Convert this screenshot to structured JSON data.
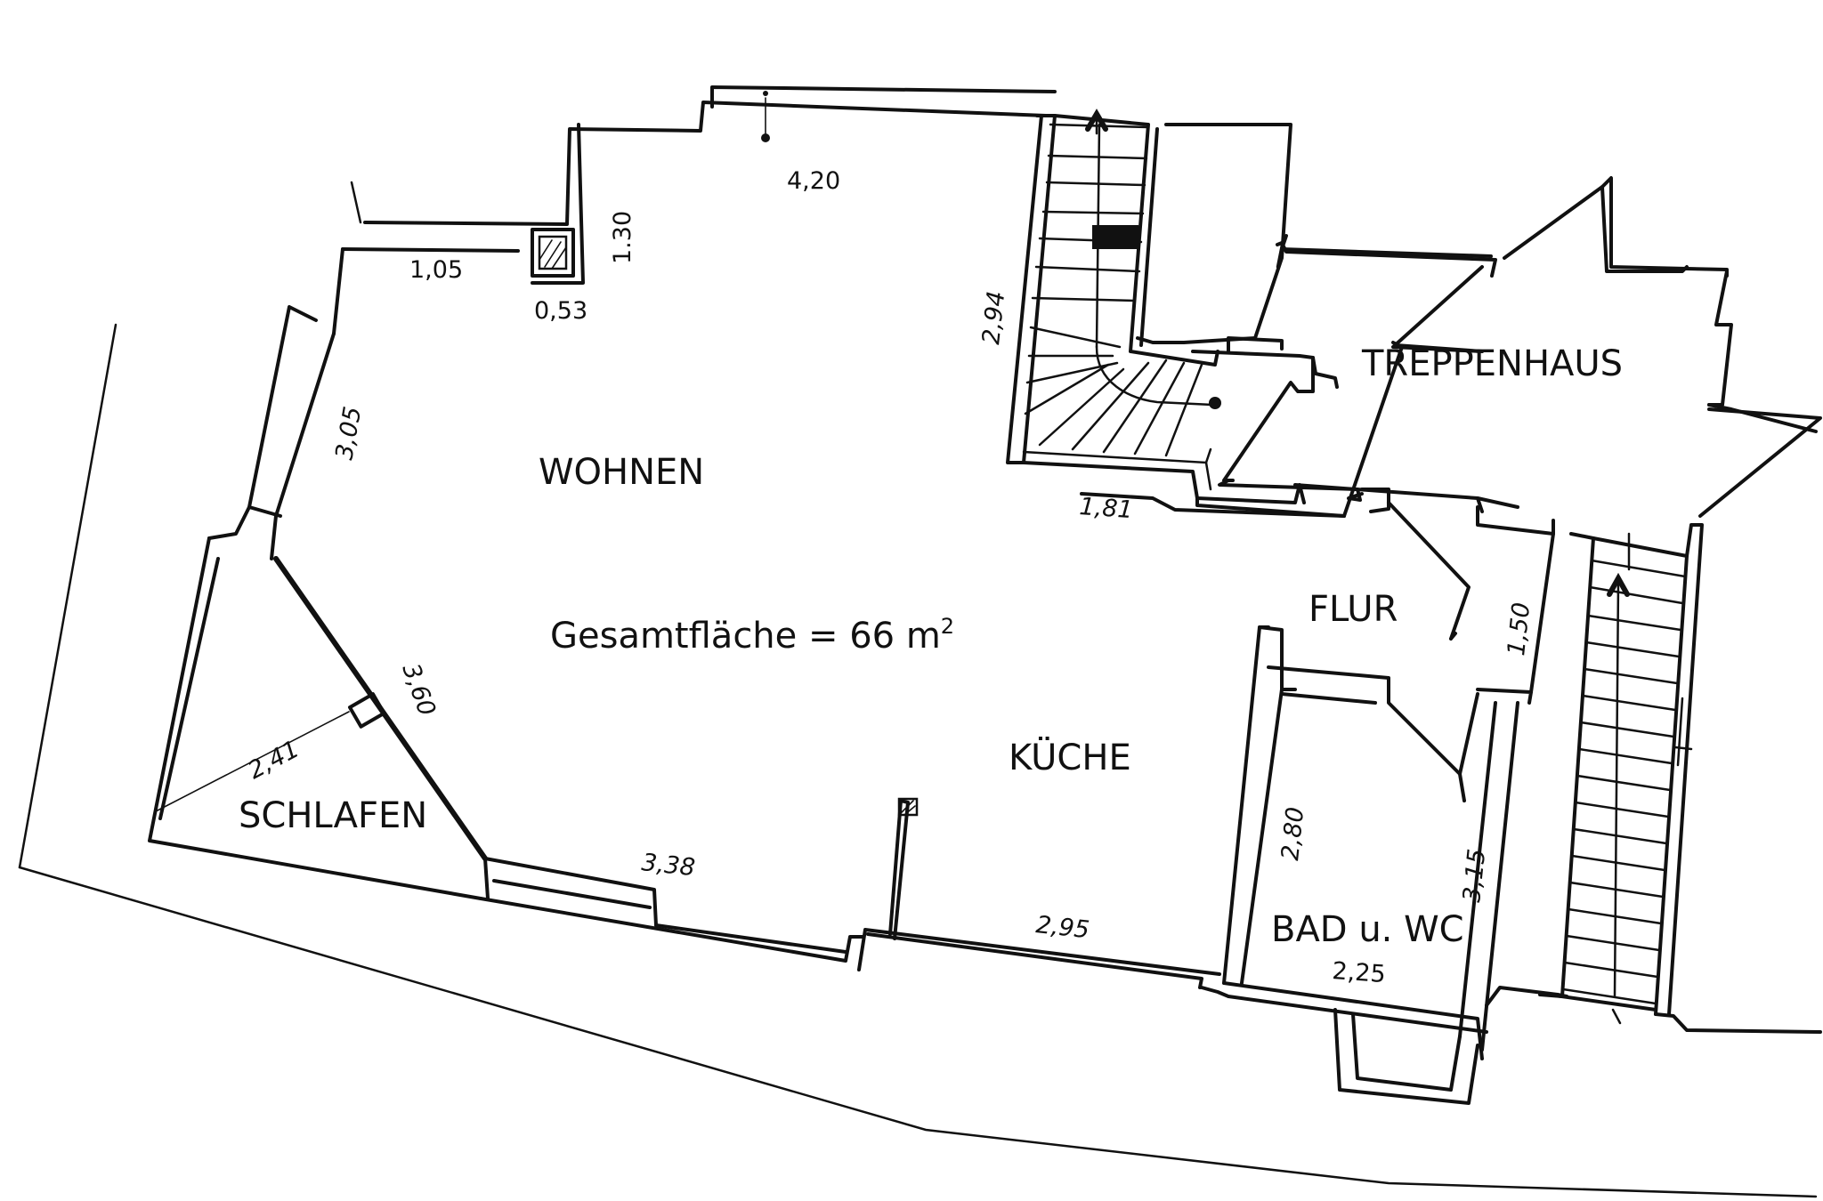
{
  "rooms": {
    "wohnen": "WOHNEN",
    "kueche": "KÜCHE",
    "schlafen": "SCHLAFEN",
    "treppenhaus": "TREPPENHAUS",
    "flur": "FLUR",
    "bad": "BAD u. WC"
  },
  "total_area": {
    "text": "Gesamtfläche = 66 m",
    "superscript": "2"
  },
  "dimensions": {
    "top_wall": "4,20",
    "top_recess_height": "1.30",
    "top_left_wall": "1,05",
    "chimney_width": "0,53",
    "left_window_wall": "3,05",
    "stair_length": "2,94",
    "stair_bottom": "1,81",
    "diagonal_wall": "3,60",
    "schlafen_diagonal": "2,41",
    "bottom_left_wall": "3,38",
    "bottom_kitchen_wall": "2,95",
    "flur_width": "1,50",
    "bad_left": "2,80",
    "bad_right": "3,15",
    "bad_bottom": "2,25"
  }
}
